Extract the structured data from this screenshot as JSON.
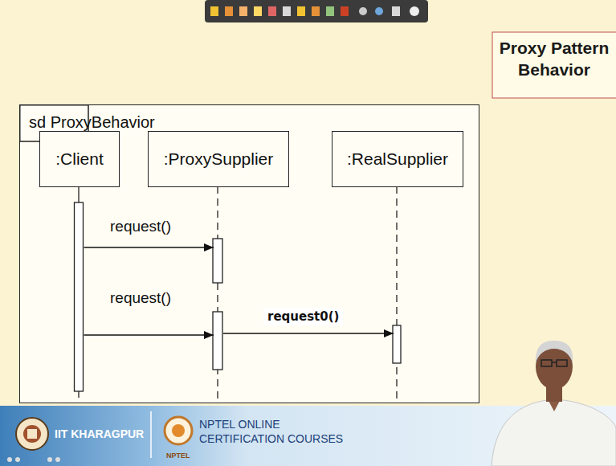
{
  "diagram": {
    "title": "Proxy Pattern Behavior",
    "nodes": [
      {
        "text": [
          "sd ProxyBehavior"
        ]
      },
      {
        "text": [
          ":Client"
        ],
        "in": 0
      },
      {
        "text": [
          ":ProxySupplier"
        ],
        "in": 0
      },
      {
        "text": [
          ":RealSupplier"
        ],
        "in": 0
      }
    ],
    "edges": [
      {
        "from": 1,
        "to": 2,
        "label": "request()",
        "arrow": "to"
      },
      {
        "from": 1,
        "to": 2,
        "label": "request()",
        "arrow": "to"
      },
      {
        "from": 2,
        "to": 3,
        "label": "request0()",
        "arrow": "to"
      }
    ],
    "labels": [
      "IIT KHARAGPUR",
      "NPTEL ONLINE CERTIFICATION COURSES",
      "NPTEL"
    ]
  }
}
